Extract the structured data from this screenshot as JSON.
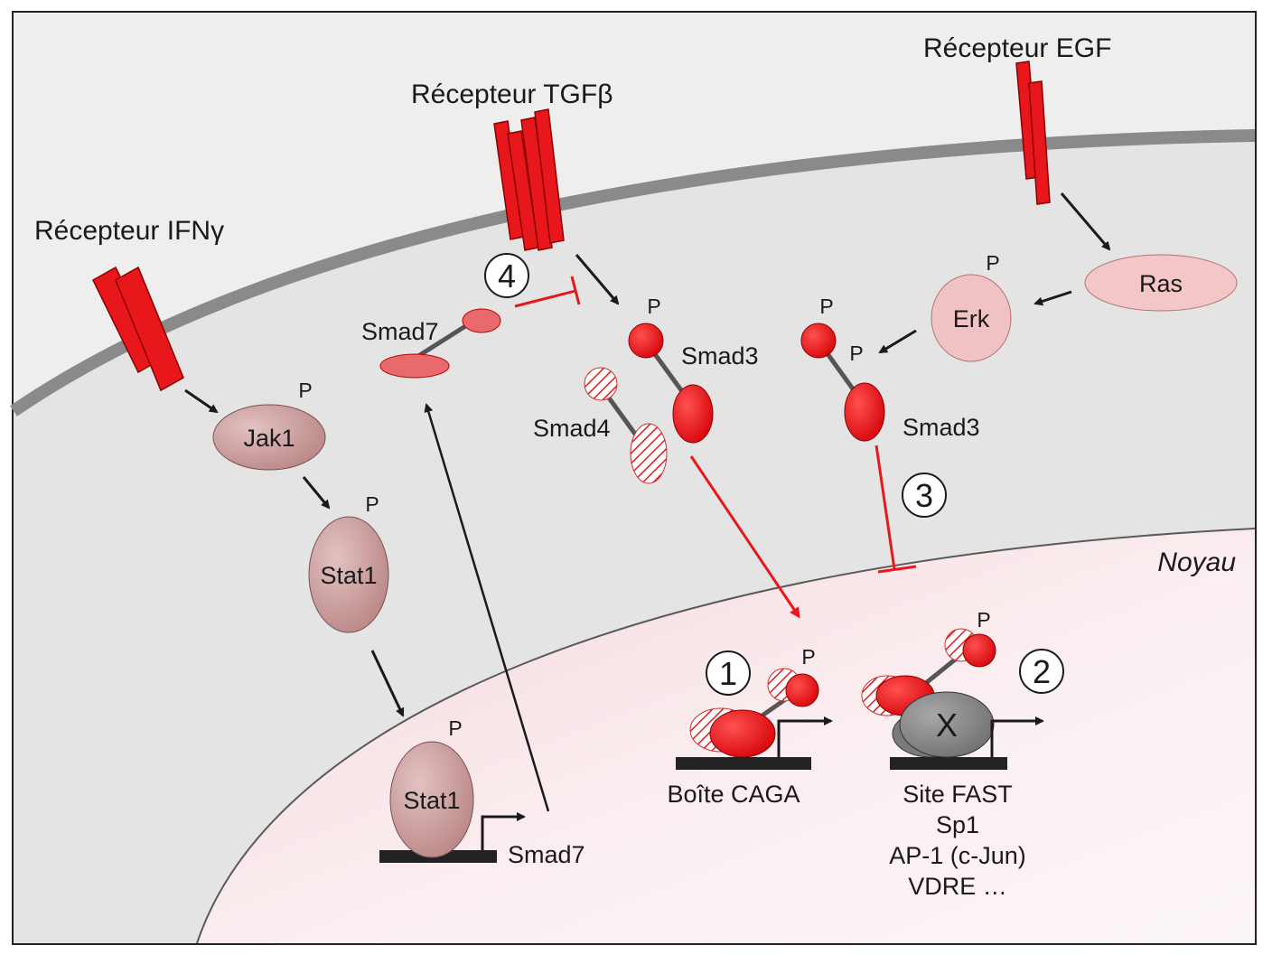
{
  "receptors": {
    "ifng": "Récepteur IFNγ",
    "tgfb": "Récepteur TGFβ",
    "egf": "Récepteur EGF"
  },
  "compartments": {
    "nucleus": "Noyau"
  },
  "proteins": {
    "jak1": "Jak1",
    "stat1": "Stat1",
    "stat1_nuclear": "Stat1",
    "smad7": "Smad7",
    "smad7_gene": "Smad7",
    "smad3_tgf": "Smad3",
    "smad4": "Smad4",
    "smad3_egf": "Smad3",
    "erk": "Erk",
    "ras": "Ras",
    "x_factor": "X"
  },
  "phospho": "P",
  "steps": [
    "1",
    "2",
    "3",
    "4"
  ],
  "promoters": {
    "caga": "Boîte CAGA",
    "other_sites": [
      "Site FAST",
      "Sp1",
      "AP-1 (c-Jun)",
      "VDRE …"
    ]
  },
  "colors": {
    "red": "#e8171b",
    "membrane": "#8e8e8e",
    "cytoplasm": "#ececec",
    "nucleus": "#fbeef0",
    "stat_fill": "#c99696",
    "ras_fill": "#f2c4c6",
    "x_fill": "#888888",
    "dna": "#222222"
  }
}
